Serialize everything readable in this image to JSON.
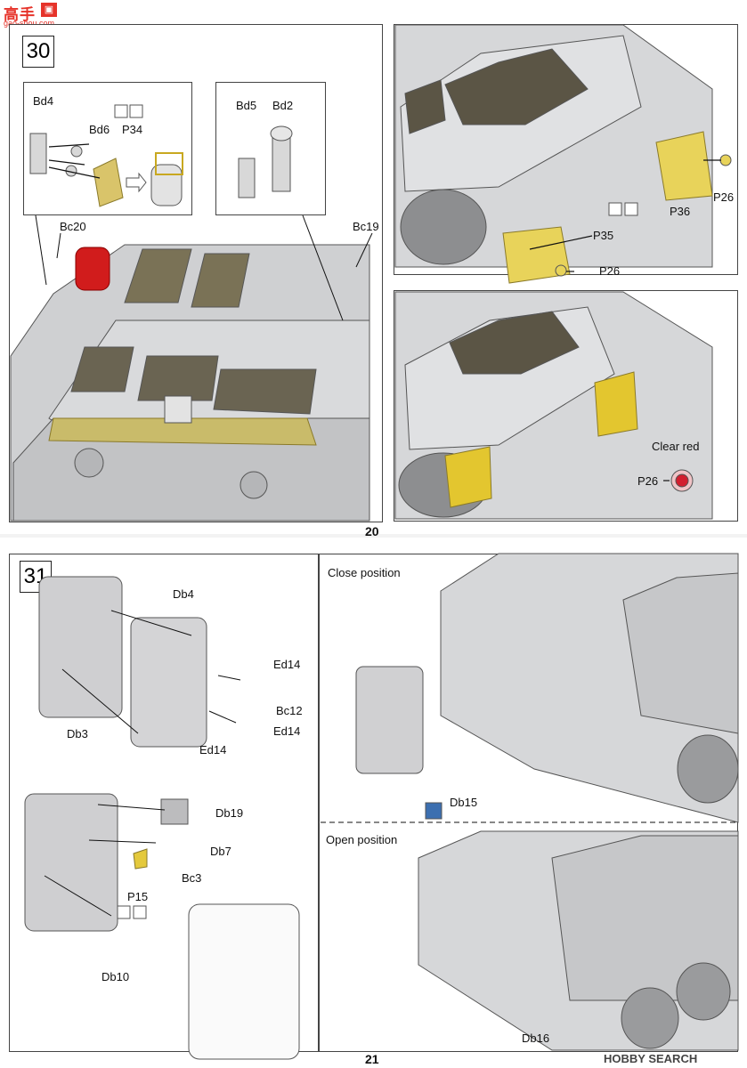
{
  "watermark": {
    "logo_text": "高手",
    "site": "gao-shou.com"
  },
  "page_top": {
    "step_number": "30",
    "page_number": "20",
    "labels": [
      "Bd4",
      "Bd6",
      "P34",
      "Bd5",
      "Bd2",
      "Bc20",
      "Bc19",
      "P36",
      "P26",
      "P35",
      "P26",
      "Clear red",
      "P26"
    ]
  },
  "page_bottom": {
    "step_number": "31",
    "page_number": "21",
    "labels": [
      "Db4",
      "Ed14",
      "Bc12",
      "Ed14",
      "Db3",
      "Ed14",
      "Db19",
      "Db7",
      "Bc3",
      "P15",
      "Db10",
      "Db15",
      "Db16"
    ],
    "close_position": "Close position",
    "open_position": "Open position"
  },
  "footer_brand": "HOBBY SEARCH"
}
